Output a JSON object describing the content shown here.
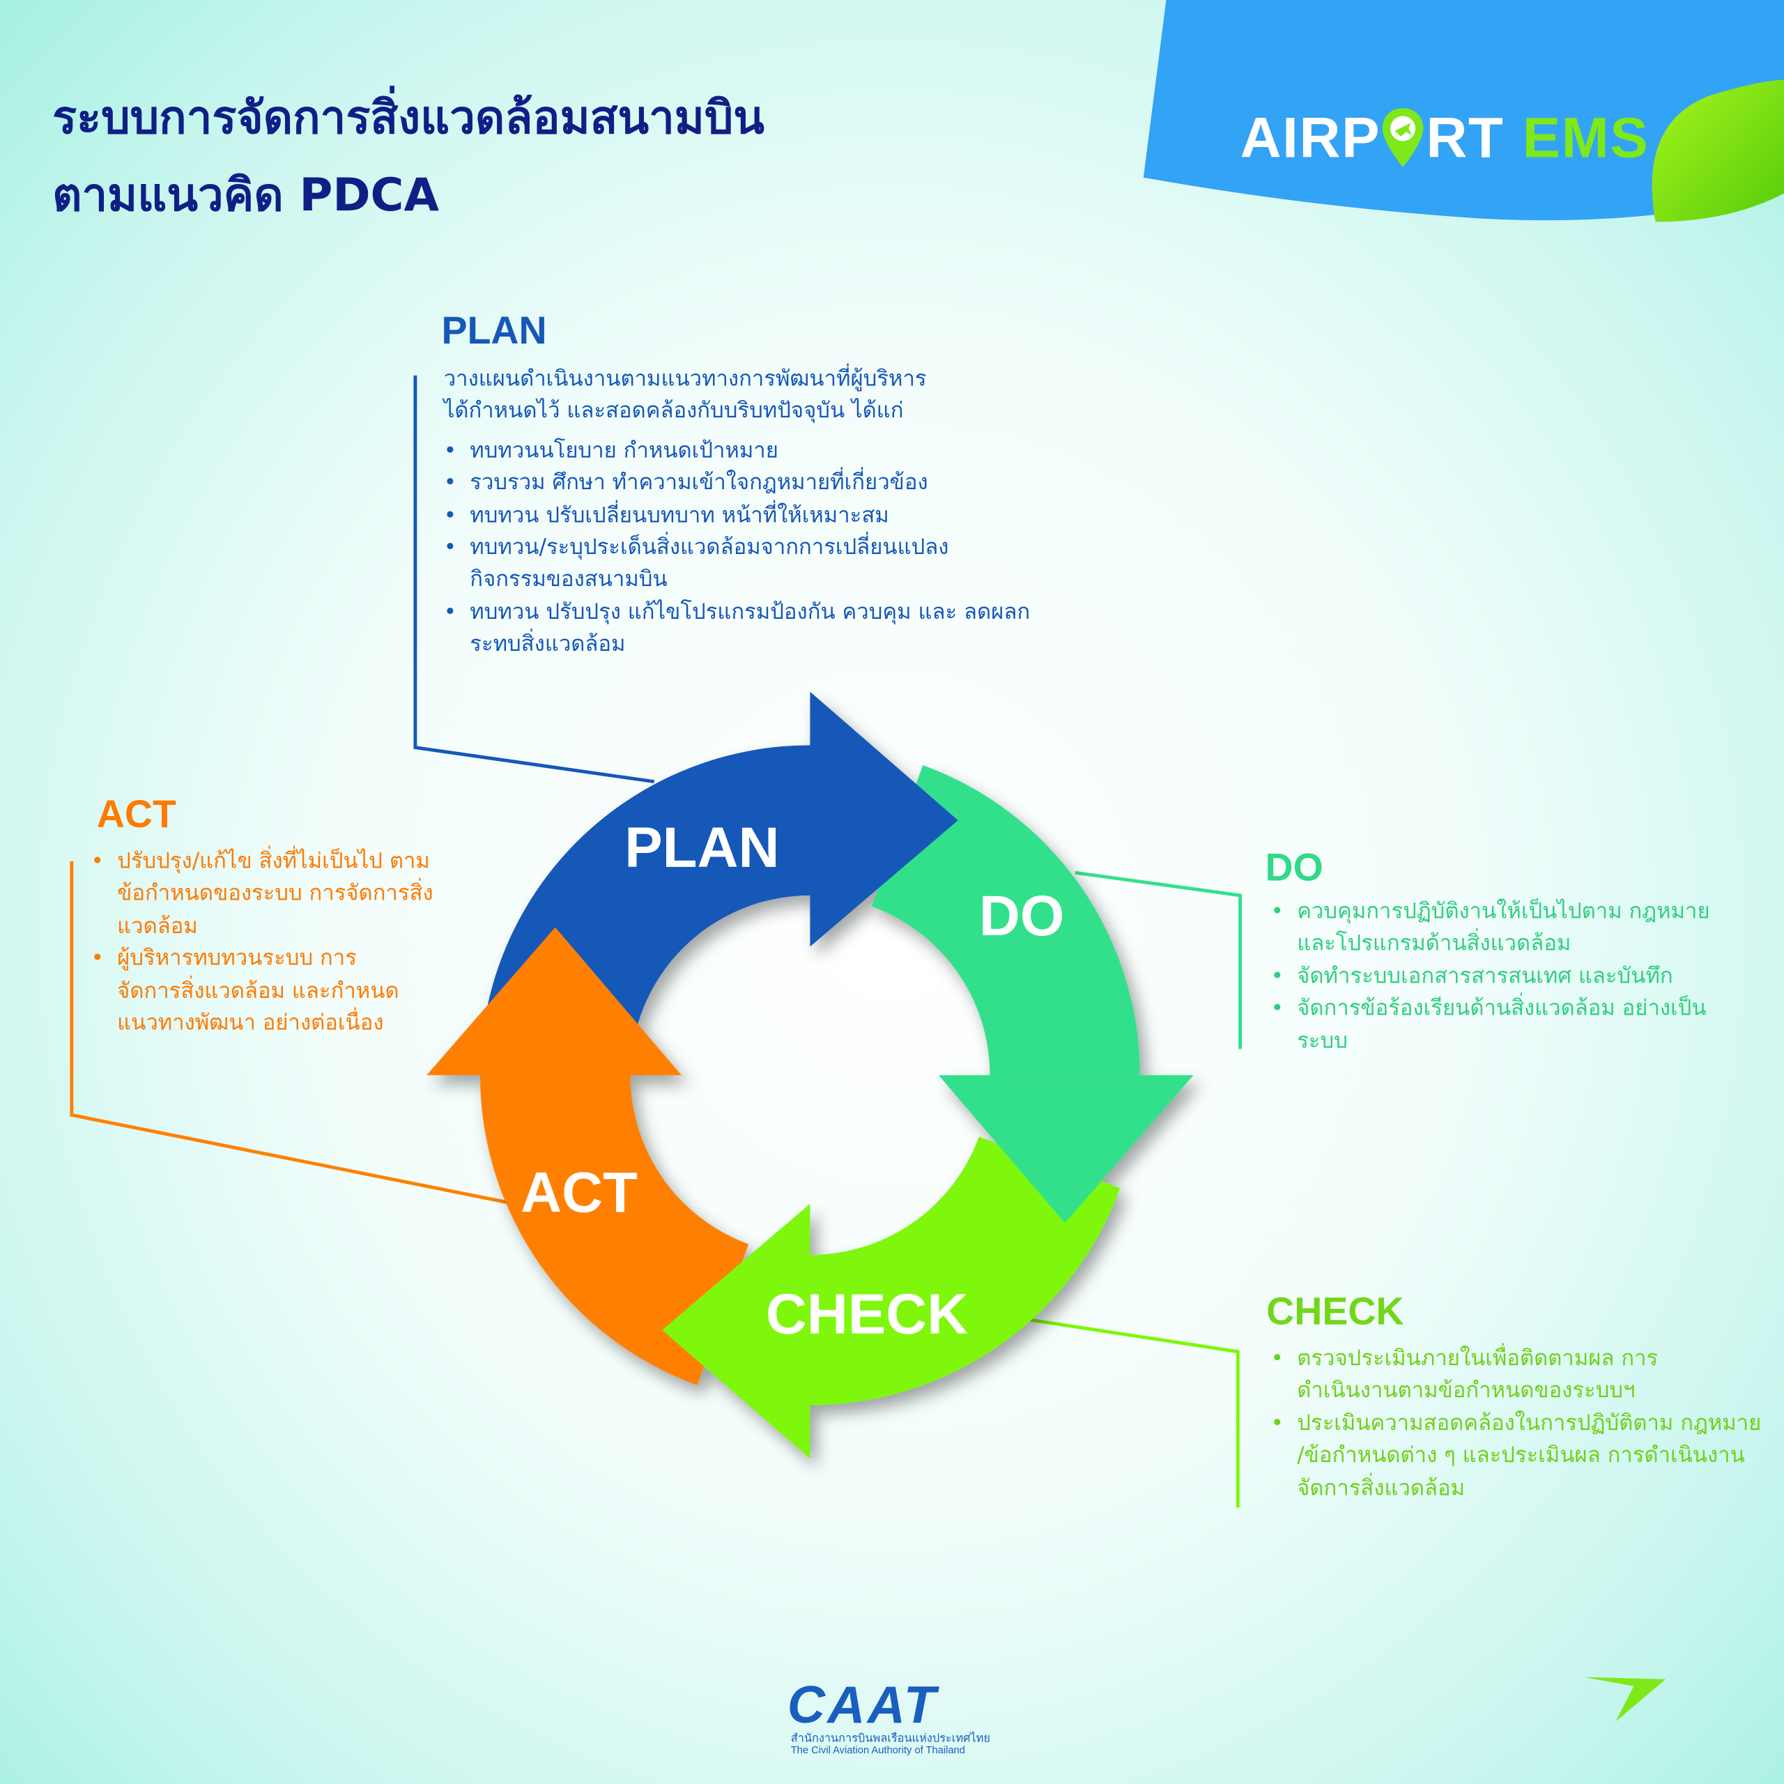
{
  "title": {
    "line1": "ระบบการจัดการสิ่งแวดล้อมสนามบิน",
    "line2": "ตามแนวคิด PDCA"
  },
  "brand": {
    "part1": "AIRP",
    "part2": "RT",
    "part3": "EMS",
    "colors": {
      "banner": "#33a3f5",
      "leaf": "#7ee81a"
    }
  },
  "cycle": {
    "plan": {
      "label": "PLAN",
      "color": "#1558b8"
    },
    "do": {
      "label": "DO",
      "color": "#33e08c"
    },
    "check": {
      "label": "CHECK",
      "color": "#7ef70a"
    },
    "act": {
      "label": "ACT",
      "color": "#ff8000"
    }
  },
  "plan": {
    "heading": "PLAN",
    "intro": [
      "วางแผนดำเนินงานตามแนวทางการพัฒนาที่ผู้บริหาร",
      "ได้กำหนดไว้ และสอดคล้องกับบริบทปัจจุบัน ได้แก่"
    ],
    "items": [
      "ทบทวนนโยบาย กำหนดเป้าหมาย",
      "รวบรวม ศึกษา ทำความเข้าใจกฎหมายที่เกี่ยวข้อง",
      "ทบทวน ปรับเปลี่ยนบทบาท หน้าที่ให้เหมาะสม",
      "ทบทวน/ระบุประเด็นสิ่งแวดล้อมจากการเปลี่ยนแปลง กิจกรรมของสนามบิน",
      "ทบทวน ปรับปรุง แก้ไขโปรแกรมป้องกัน ควบคุม และ ลดผลกระทบสิ่งแวดล้อม"
    ]
  },
  "do": {
    "heading": "DO",
    "items": [
      "ควบคุมการปฏิบัติงานให้เป็นไปตาม กฎหมายและโปรแกรมด้านสิ่งแวดล้อม",
      "จัดทำระบบเอกสารสารสนเทศ และบันทึก",
      "จัดการข้อร้องเรียนด้านสิ่งแวดล้อม อย่างเป็นระบบ"
    ]
  },
  "check": {
    "heading": "CHECK",
    "items": [
      "ตรวจประเมินภายในเพื่อติดตามผล การดำเนินงานตามข้อกำหนดของระบบฯ",
      "ประเมินความสอดคล้องในการปฏิบัติตาม กฎหมาย /ข้อกำหนดต่าง ๆ และประเมินผล การดำเนินงานจัดการสิ่งแวดล้อม"
    ]
  },
  "act": {
    "heading": "ACT",
    "items": [
      "ปรับปรุง/แก้ไข สิ่งที่ไม่เป็นไป ตามข้อกำหนดของระบบ การจัดการสิ่งแวดล้อม",
      "ผู้บริหารทบทวนระบบ การจัดการสิ่งแวดล้อม และกำหนดแนวทางพัฒนา อย่างต่อเนื่อง"
    ]
  },
  "footer": {
    "logo": "CAAT",
    "thai_name": "สำนักงานการบินพลเรือนแห่งประเทศไทย",
    "english_name": "The Civil Aviation Authority of Thailand"
  }
}
